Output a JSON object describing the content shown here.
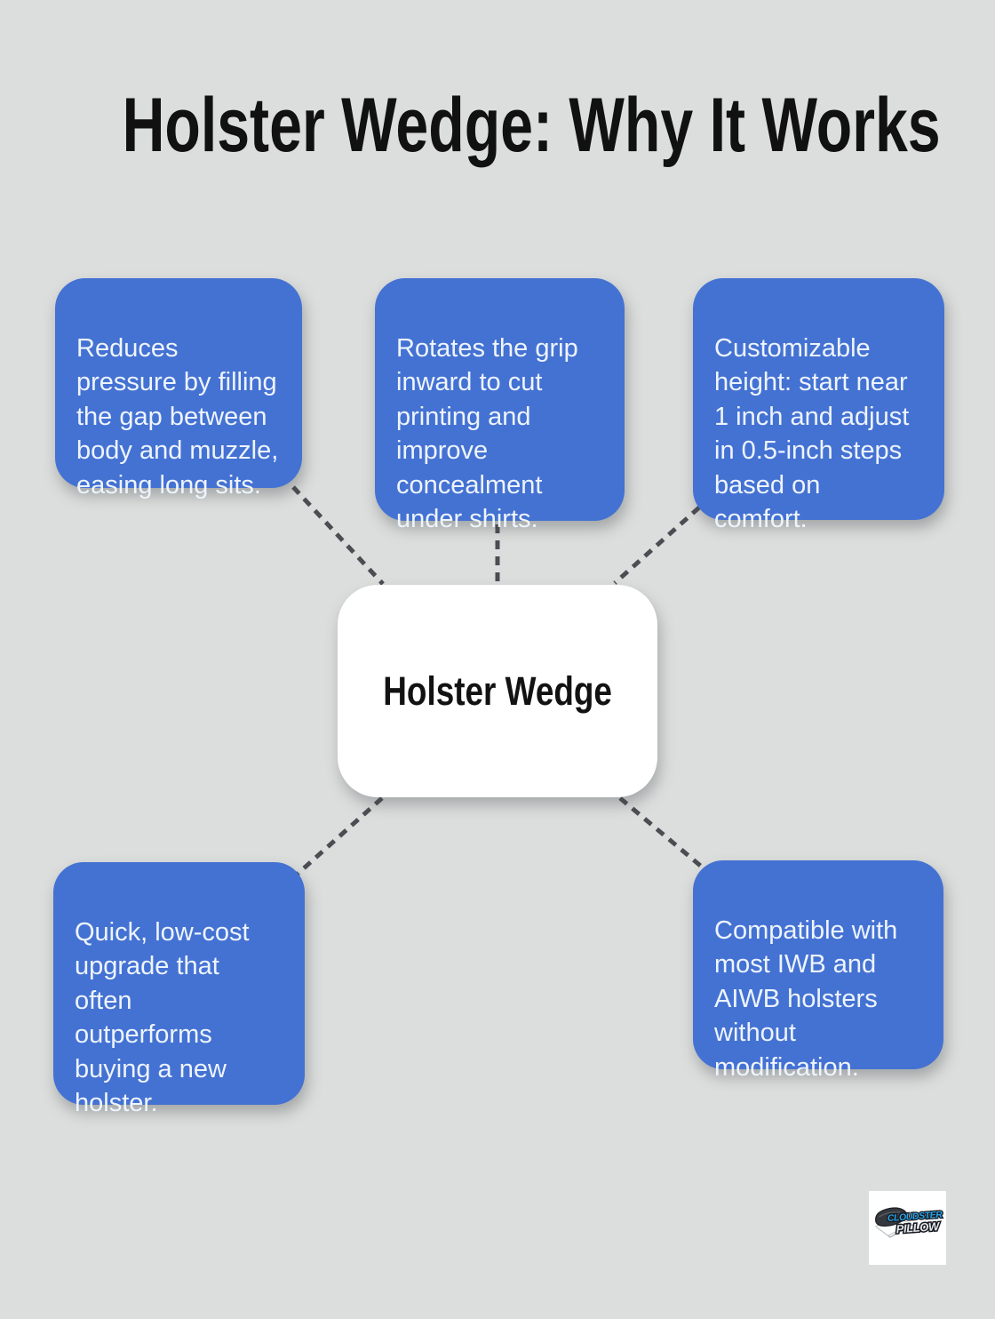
{
  "title": "Holster Wedge: Why It Works",
  "center_node": {
    "label": "Holster Wedge"
  },
  "nodes": [
    {
      "id": "reduces-pressure",
      "text": "Reduces\npressure by filling\nthe gap between\nbody and muzzle,\neasing long sits."
    },
    {
      "id": "rotates-grip",
      "text": "Rotates the grip\ninward to cut\nprinting and\nimprove\nconcealment\nunder shirts."
    },
    {
      "id": "customizable-height",
      "text": "Customizable\nheight: start near\n1 inch and adjust\nin 0.5-inch steps\nbased on\ncomfort."
    },
    {
      "id": "quick-upgrade",
      "text": "Quick, low-cost\nupgrade that\noften\noutperforms\nbuying a new\nholster."
    },
    {
      "id": "compatible",
      "text": "Compatible with\nmost IWB and\nAIWB holsters\nwithout\nmodification."
    }
  ],
  "logo": {
    "line1": "CLOUDSTER",
    "line2": "PILLOW",
    "icon": "pillow-icon"
  },
  "colors": {
    "background": "#dcdedd",
    "node_fill": "#4472d3",
    "node_text": "#eef4fc",
    "center_fill": "#ffffff",
    "center_text": "#121212",
    "title_text": "#111111",
    "connector": "#4a4e52",
    "logo_blue": "#2aa3e6",
    "logo_gray": "#e2e5e9"
  }
}
